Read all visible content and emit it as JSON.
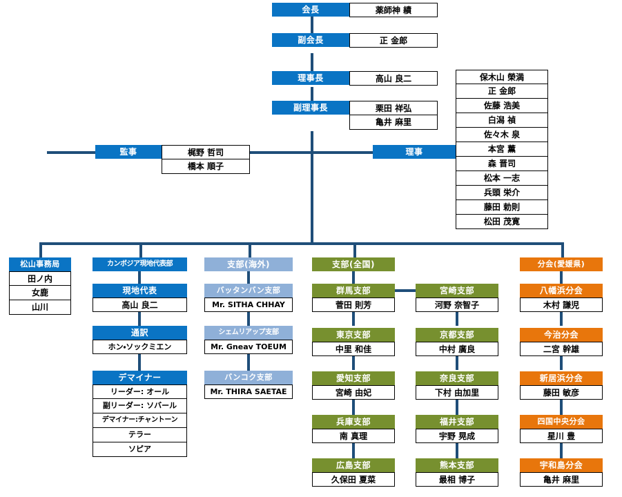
{
  "meta": {
    "title": "組織図",
    "colors": {
      "blue": "#0a74c4",
      "light_blue": "#8fb0d8",
      "green": "#77902f",
      "orange": "#e8760c",
      "connector": "#1f4e79",
      "box_border": "#000000",
      "background": "#ffffff"
    }
  },
  "executive": {
    "kaicho": {
      "label": "会長",
      "members": [
        "薬師神  績"
      ]
    },
    "fuku_kaicho": {
      "label": "副会長",
      "members": [
        "正  金郎"
      ]
    },
    "rijicho": {
      "label": "理事長",
      "members": [
        "高山  良二"
      ]
    },
    "fuku_rijicho": {
      "label": "副理事長",
      "members": [
        "栗田  祥弘",
        "亀井  麻里"
      ]
    },
    "kanji": {
      "label": "監事",
      "members": [
        "梶野  哲司",
        "橋本  順子"
      ]
    },
    "riji": {
      "label": "理事",
      "members": [
        "保木山  榮満",
        "正  金郎",
        "佐藤  浩美",
        "白潟  禎",
        "佐々木  泉",
        "本宮  薫",
        "森  晋司",
        "松本  一志",
        "兵頭  栄介",
        "藤田  勅則",
        "松田  茂寛"
      ]
    }
  },
  "divisions": {
    "matsuyama": {
      "label": "松山事務局",
      "color": "blue",
      "members": [
        "田ノ内",
        "女鹿",
        "山川"
      ]
    },
    "cambodia": {
      "label": "カンボジア現地代表部",
      "color": "blue",
      "groups": [
        {
          "label": "現地代表",
          "members": [
            "高山  良二"
          ]
        },
        {
          "label": "通訳",
          "members": [
            "ホン・ソックミエン"
          ]
        },
        {
          "label": "デマイナー",
          "members": [
            "リーダー: オール",
            "副リーダー: ソバール",
            "デマイナー:チャントーン",
            "テラー",
            "ソピア"
          ]
        }
      ]
    },
    "overseas": {
      "label": "支部(海外)",
      "color": "light_blue",
      "groups": [
        {
          "label": "バッタンバン支部",
          "members": [
            "Mr. SITHA CHHAY"
          ]
        },
        {
          "label": "シェムリアップ支部",
          "members": [
            "Mr. Gneav TOEUM"
          ]
        },
        {
          "label": "バンコク支部",
          "members": [
            "Mr. THIRA SAETAE"
          ]
        }
      ]
    },
    "domestic": {
      "label": "支部(全国)",
      "color": "green",
      "column_a": [
        {
          "label": "群馬支部",
          "members": [
            "菅田  則芳"
          ]
        },
        {
          "label": "東京支部",
          "members": [
            "中里  和佳"
          ]
        },
        {
          "label": "愛知支部",
          "members": [
            "宮崎  由妃"
          ]
        },
        {
          "label": "兵庫支部",
          "members": [
            "南  真理"
          ]
        },
        {
          "label": "広島支部",
          "members": [
            "久保田  夏菜"
          ]
        }
      ],
      "column_b": [
        {
          "label": "宮崎支部",
          "members": [
            "河野  奈智子"
          ]
        },
        {
          "label": "京都支部",
          "members": [
            "中村  廣良"
          ]
        },
        {
          "label": "奈良支部",
          "members": [
            "下村  由加里"
          ]
        },
        {
          "label": "福井支部",
          "members": [
            "宇野  晃成"
          ]
        },
        {
          "label": "熊本支部",
          "members": [
            "最相  博子"
          ]
        }
      ]
    },
    "ehime": {
      "label": "分会(愛媛県)",
      "color": "orange",
      "groups": [
        {
          "label": "八幡浜分会",
          "members": [
            "木村  謙児"
          ]
        },
        {
          "label": "今治分会",
          "members": [
            "二宮  幹雄"
          ]
        },
        {
          "label": "新居浜分会",
          "members": [
            "藤田  敏彦"
          ]
        },
        {
          "label": "四国中央分会",
          "members": [
            "星川  豊"
          ]
        },
        {
          "label": "宇和島分会",
          "members": [
            "亀井  麻里"
          ]
        }
      ]
    }
  }
}
